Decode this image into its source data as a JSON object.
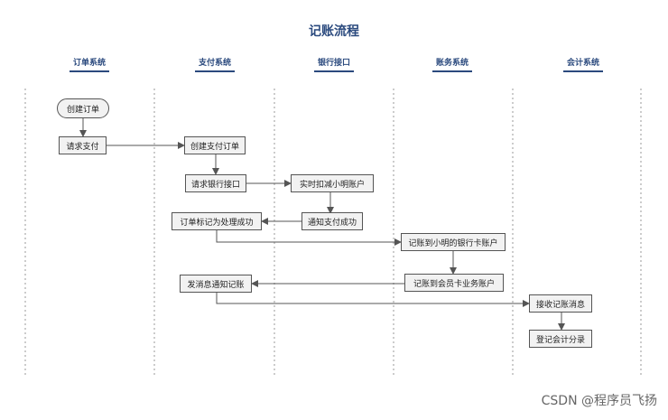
{
  "title": "记账流程",
  "lanes": [
    "订单系统",
    "支付系统",
    "银行接口",
    "账务系统",
    "会计系统"
  ],
  "nodes": {
    "create_order": "创建订单",
    "request_payment": "请求支付",
    "create_payment_order": "创建支付订单",
    "request_bank": "请求银行接口",
    "realtime_debit": "实时扣减小明账户",
    "notify_payment_success": "通知支付成功",
    "mark_order_success": "订单标记为处理成功",
    "record_bank_account": "记账到小明的银行卡账户",
    "record_member_account": "记账到会员卡业务账户",
    "send_notify_message": "发消息通知记账",
    "receive_message": "接收记账消息",
    "register_accounting": "登记会计分录"
  },
  "watermark": "CSDN @程序员飞扬"
}
